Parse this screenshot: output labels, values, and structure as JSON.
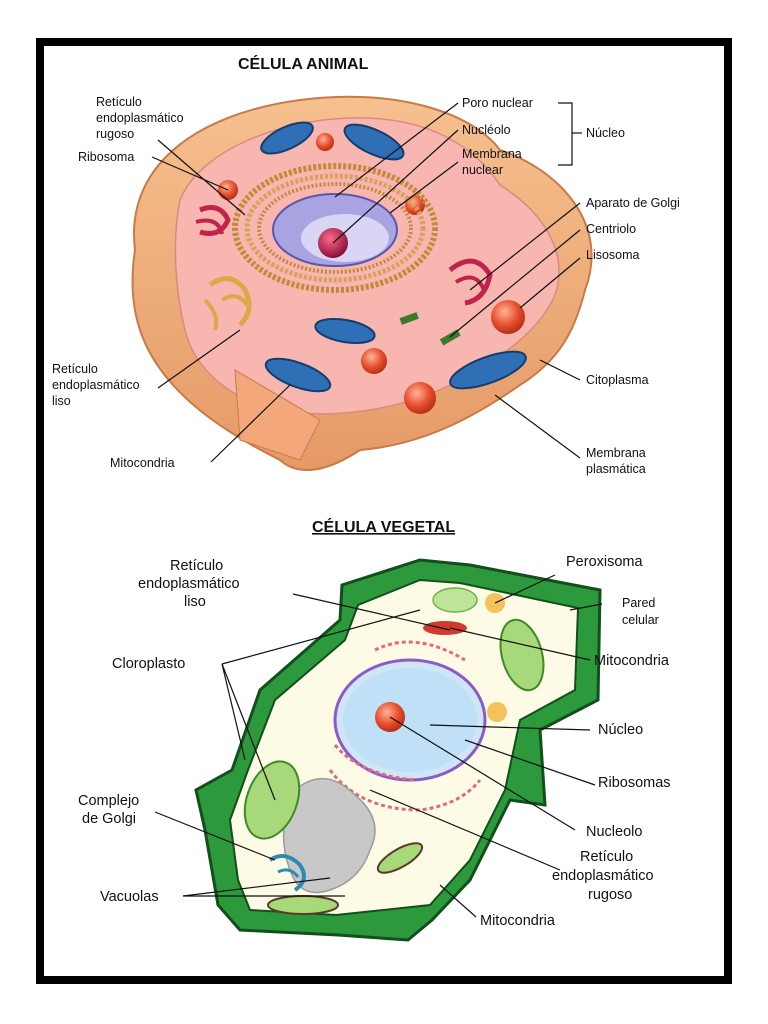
{
  "animal": {
    "title": "CÉLULA ANIMAL",
    "labels": {
      "rer": [
        "Retículo",
        "endoplasmático",
        "rugoso"
      ],
      "ribosoma": "Ribosoma",
      "poro": "Poro nuclear",
      "nucleolo": "Nucléolo",
      "membrana_nuclear": [
        "Membrana",
        "nuclear"
      ],
      "nucleo": "Núcleo",
      "golgi": "Aparato de Golgi",
      "centriolo": "Centriolo",
      "lisosoma": "Lisosoma",
      "ser": [
        "Retículo",
        "endoplasmático",
        "liso"
      ],
      "citoplasma": "Citoplasma",
      "mitocondria": "Mitocondria",
      "membrana_plasmatica": [
        "Membrana",
        "plasmática"
      ]
    }
  },
  "vegetal": {
    "title": "CÉLULA VEGETAL",
    "labels": {
      "ser": [
        "Retículo",
        "endoplasmático",
        "liso"
      ],
      "peroxisoma": "Peroxisoma",
      "pared": [
        "Pared",
        "celular"
      ],
      "cloroplasto": "Cloroplasto",
      "mitocondria_top": "Mitocondria",
      "nucleo": "Núcleo",
      "ribosomas": "Ribosomas",
      "golgi": [
        "Complejo",
        "de Golgi"
      ],
      "nucleolo": "Nucleolo",
      "rer": [
        "Retículo",
        "endoplasmático",
        "rugoso"
      ],
      "vacuolas": "Vacuolas",
      "mitocondria_bottom": "Mitocondria"
    }
  }
}
